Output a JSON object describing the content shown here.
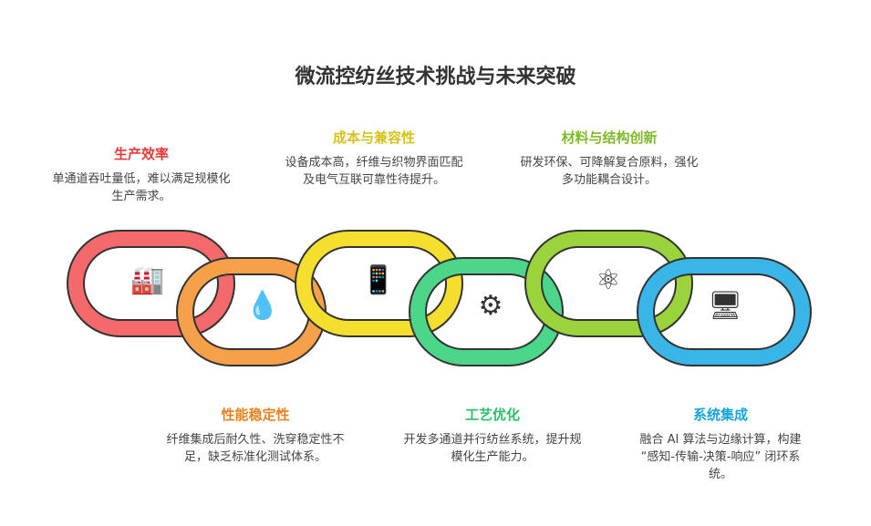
{
  "title": "微流控纺丝技术挑战与未来突破",
  "items": [
    {
      "title": "生产效率",
      "desc": "单通道吞吐量低，难以满足规模化生产需求。",
      "color": "#e83a3a",
      "ring": "#f46a6a",
      "icon": "factory-icon"
    },
    {
      "title": "性能稳定性",
      "desc": "纤维集成后耐久性、洗穿稳定性不足，缺乏标准化测试体系。",
      "color": "#e8821e",
      "ring": "#f7a04a",
      "icon": "droplets-trend-icon"
    },
    {
      "title": "成本与兼容性",
      "desc": "设备成本高，纤维与织物界面匹配及电气互联可靠性待提升。",
      "color": "#d6c21a",
      "ring": "#f5df2e",
      "icon": "cost-phone-icon"
    },
    {
      "title": "工艺优化",
      "desc": "开发多通道并行纺丝系统，提升规模化生产能力。",
      "color": "#2fbf6a",
      "ring": "#4bd68a",
      "icon": "conveyor-icon"
    },
    {
      "title": "材料与结构创新",
      "desc": "研发环保、可降解复合原料，强化多功能耦合设计。",
      "color": "#7dbb2a",
      "ring": "#9ad33c",
      "icon": "atom-hand-icon"
    },
    {
      "title": "系统集成",
      "desc": "融合 AI 算法与边缘计算，构建 “感知-传输-决策-响应” 闭环系统。",
      "color": "#1aa3d6",
      "ring": "#3ab5e8",
      "icon": "devices-sync-icon"
    }
  ]
}
